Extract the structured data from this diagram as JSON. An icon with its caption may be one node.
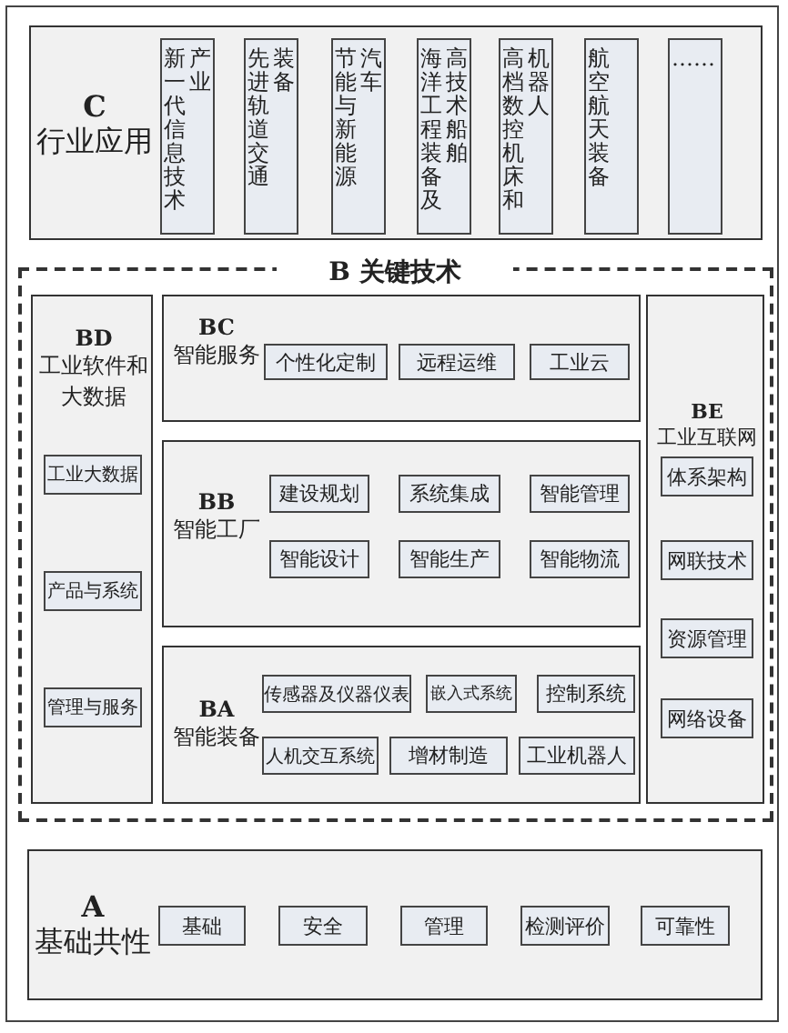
{
  "diagram": {
    "nodes": [
      {
        "text": [
          "C",
          "行业应用"
        ]
      },
      {
        "text": [
          "新一代信息技术产业"
        ],
        "in": 0
      },
      {
        "text": [
          "先进轨道交通装备"
        ],
        "in": 0
      },
      {
        "text": [
          "节能与新能源汽车"
        ],
        "in": 0
      },
      {
        "text": [
          "海洋工程装备及高技术船舶"
        ],
        "in": 0
      },
      {
        "text": [
          "高档数控机床和机器人"
        ],
        "in": 0
      },
      {
        "text": [
          "航空航天装备"
        ],
        "in": 0
      },
      {
        "text": [
          "……"
        ],
        "in": 0
      },
      {
        "text": [
          "B 关键技术"
        ]
      },
      {
        "text": [
          "BD",
          "工业软件和大数据"
        ],
        "in": 8
      },
      {
        "text": [
          "工业大数据"
        ],
        "in": 9
      },
      {
        "text": [
          "产品与系统"
        ],
        "in": 9
      },
      {
        "text": [
          "管理与服务"
        ],
        "in": 9
      },
      {
        "text": [
          "BC",
          "智能服务"
        ],
        "in": 8
      },
      {
        "text": [
          "个性化定制"
        ],
        "in": 13
      },
      {
        "text": [
          "远程运维"
        ],
        "in": 13
      },
      {
        "text": [
          "工业云"
        ],
        "in": 13
      },
      {
        "text": [
          "BB",
          "智能工厂"
        ],
        "in": 8
      },
      {
        "text": [
          "建设规划"
        ],
        "in": 17
      },
      {
        "text": [
          "系统集成"
        ],
        "in": 17
      },
      {
        "text": [
          "智能管理"
        ],
        "in": 17
      },
      {
        "text": [
          "智能设计"
        ],
        "in": 17
      },
      {
        "text": [
          "智能生产"
        ],
        "in": 17
      },
      {
        "text": [
          "智能物流"
        ],
        "in": 17
      },
      {
        "text": [
          "BA",
          "智能装备"
        ],
        "in": 8
      },
      {
        "text": [
          "传感器及仪器仪表"
        ],
        "in": 24
      },
      {
        "text": [
          "嵌入式系统"
        ],
        "in": 24
      },
      {
        "text": [
          "控制系统"
        ],
        "in": 24
      },
      {
        "text": [
          "人机交互系统"
        ],
        "in": 24
      },
      {
        "text": [
          "增材制造"
        ],
        "in": 24
      },
      {
        "text": [
          "工业机器人"
        ],
        "in": 24
      },
      {
        "text": [
          "BE",
          "工业互联网"
        ],
        "in": 8
      },
      {
        "text": [
          "体系架构"
        ],
        "in": 31
      },
      {
        "text": [
          "网联技术"
        ],
        "in": 31
      },
      {
        "text": [
          "资源管理"
        ],
        "in": 31
      },
      {
        "text": [
          "网络设备"
        ],
        "in": 31
      },
      {
        "text": [
          "A",
          "基础共性"
        ]
      },
      {
        "text": [
          "基础"
        ],
        "in": 36
      },
      {
        "text": [
          "安全"
        ],
        "in": 36
      },
      {
        "text": [
          "管理"
        ],
        "in": 36
      },
      {
        "text": [
          "检测评价"
        ],
        "in": 36
      },
      {
        "text": [
          "可靠性"
        ],
        "in": 36
      }
    ],
    "edges": []
  }
}
